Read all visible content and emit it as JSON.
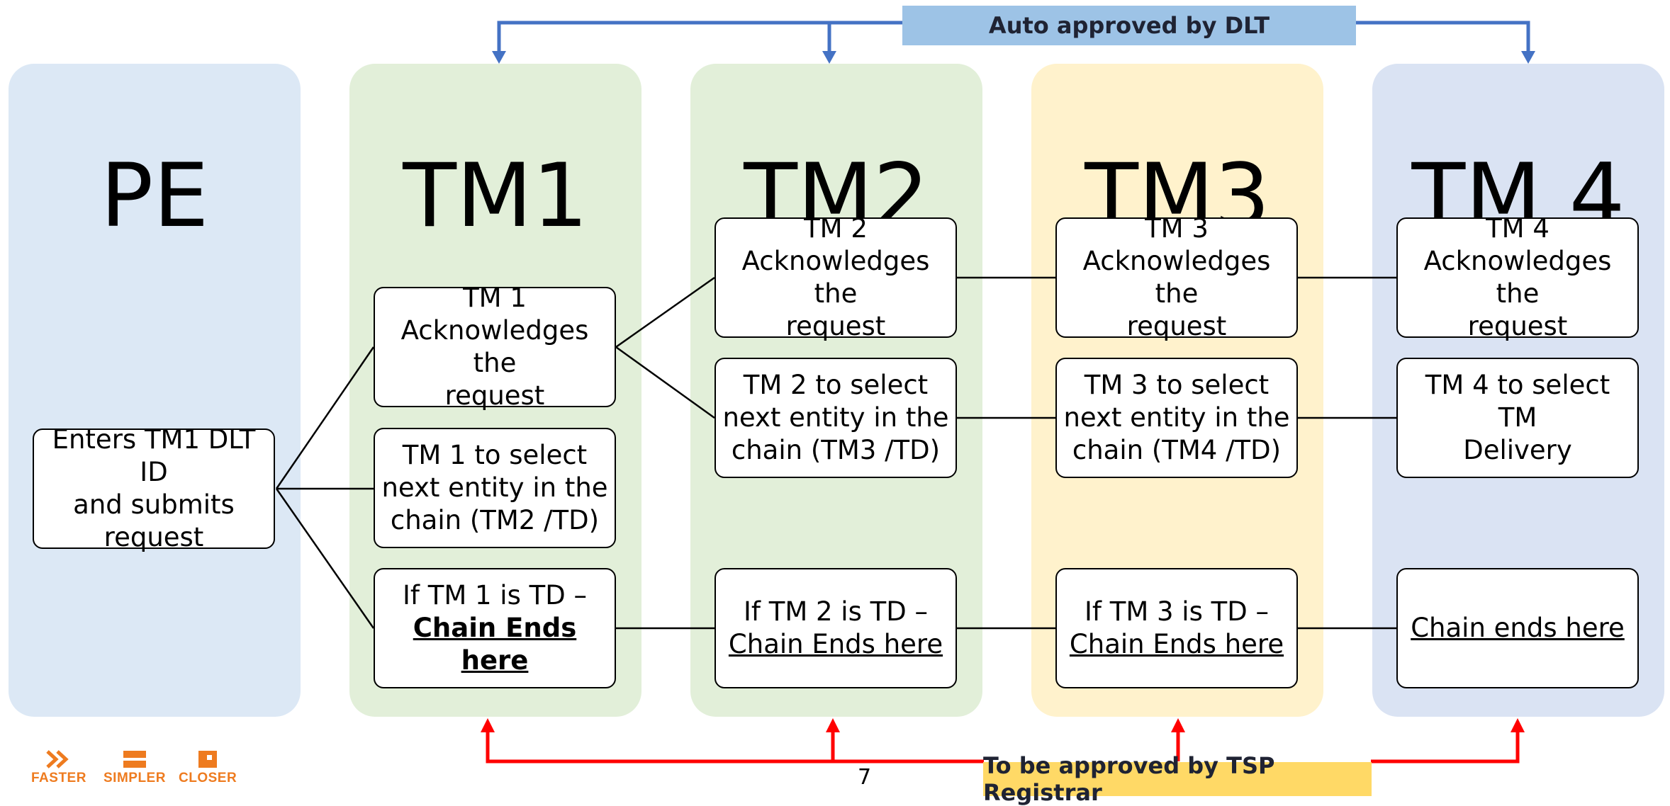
{
  "columns": [
    {
      "title": "PE",
      "color": "#dce8f5"
    },
    {
      "title": "TM1",
      "color": "#e2efd9"
    },
    {
      "title": "TM2",
      "color": "#e2efd9"
    },
    {
      "title": "TM3",
      "color": "#fff2cc"
    },
    {
      "title": "TM 4",
      "color": "#dae3f3"
    }
  ],
  "pe": {
    "box": [
      "Enters TM1 DLT ID",
      "and submits",
      "request"
    ]
  },
  "tm1": {
    "ack": [
      "TM 1",
      "Acknowledges the",
      "request"
    ],
    "select": [
      "TM 1 to select",
      "next entity in the",
      "chain (TM2 /TD)"
    ],
    "end_prefix": "If TM 1 is TD –",
    "end_text": "Chain Ends here"
  },
  "tm2": {
    "ack": [
      "TM 2",
      "Acknowledges the",
      "request"
    ],
    "select": [
      "TM 2 to select",
      "next entity in the",
      "chain (TM3 /TD)"
    ],
    "end_prefix": "If TM 2 is TD –",
    "end_text": "Chain Ends here"
  },
  "tm3": {
    "ack": [
      "TM 3",
      "Acknowledges the",
      "request"
    ],
    "select": [
      "TM 3 to select",
      "next entity in the",
      "chain (TM4 /TD)"
    ],
    "end_prefix": "If TM 3 is TD –",
    "end_text": "Chain Ends here"
  },
  "tm4": {
    "ack": [
      "TM 4",
      "Acknowledges the",
      "request"
    ],
    "select": [
      "TM 4 to select TM",
      "Delivery"
    ],
    "end_text": "Chain ends here"
  },
  "banners": {
    "top": "Auto approved by DLT",
    "top_color": "#9dc3e6",
    "bottom": "To be approved by TSP Registrar",
    "bottom_color": "#ffd966"
  },
  "arrows": {
    "top_color": "#4472c4",
    "bottom_color": "#ff0000"
  },
  "page_number": "7",
  "logos": [
    "FASTER",
    "SIMPLER",
    "CLOSER"
  ]
}
